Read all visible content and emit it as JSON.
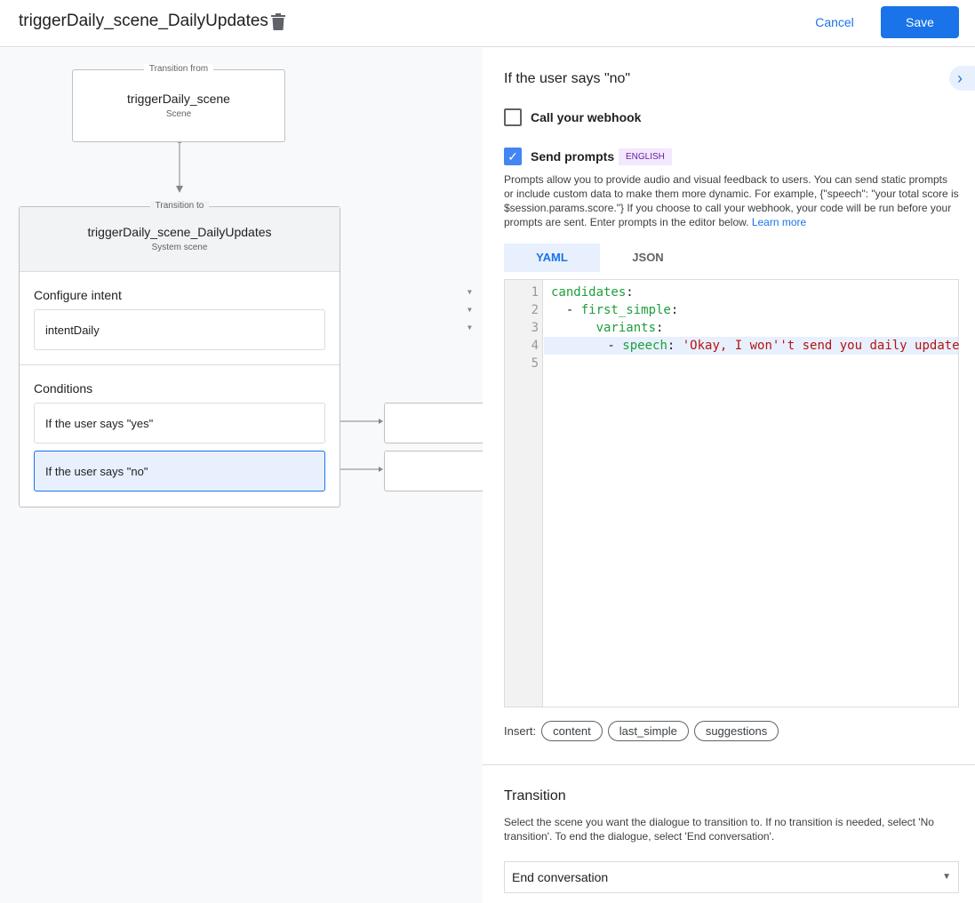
{
  "header": {
    "title": "triggerDaily_scene_DailyUpdates",
    "cancel": "Cancel",
    "save": "Save"
  },
  "canvas": {
    "from": {
      "legend": "Transition from",
      "name": "triggerDaily_scene",
      "type": "Scene"
    },
    "to": {
      "legend": "Transition to",
      "name": "triggerDaily_scene_DailyUpdates",
      "type": "System scene"
    },
    "intent_label": "Configure intent",
    "intent": "intentDaily",
    "conditions_label": "Conditions",
    "conditions": [
      "If the user says \"yes\"",
      "If the user says \"no\""
    ]
  },
  "panel": {
    "title": "If the user says \"no\"",
    "webhook": "Call your webhook",
    "send_prompts": "Send prompts",
    "badge": "ENGLISH",
    "description": "Prompts allow you to provide audio and visual feedback to users. You can send static prompts or include custom data to make them more dynamic. For example, {\"speech\": \"your total score is $session.params.score.\"} If you choose to call your webhook, your code will be run before your prompts are sent. Enter prompts in the editor below.",
    "learn_more": "Learn more",
    "tabs": [
      "YAML",
      "JSON"
    ],
    "lines": [
      {
        "n": "1",
        "key": "candidates",
        "pre": "",
        "val": ""
      },
      {
        "n": "2",
        "key": "first_simple",
        "pre": "  - ",
        "val": ""
      },
      {
        "n": "3",
        "key": "variants",
        "pre": "      ",
        "val": ""
      },
      {
        "n": "4",
        "key": "speech",
        "pre": "        - ",
        "val": " 'Okay, I won''t send you daily update"
      },
      {
        "n": "5",
        "key": "",
        "pre": "",
        "val": ""
      }
    ],
    "insert_label": "Insert:",
    "chips": [
      "content",
      "last_simple",
      "suggestions"
    ],
    "transition_title": "Transition",
    "transition_desc": "Select the scene you want the dialogue to transition to. If no transition is needed, select 'No transition'. To end the dialogue, select 'End conversation'.",
    "transition_value": "End conversation"
  }
}
